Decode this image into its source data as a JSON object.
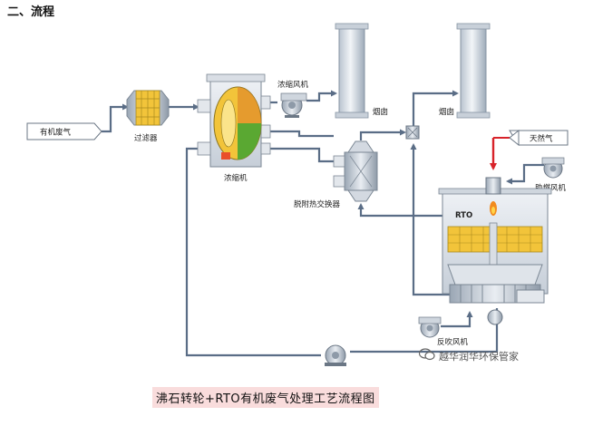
{
  "heading": "二、流程",
  "labels": {
    "waste_gas": "有机废气",
    "filter": "过滤器",
    "concentrator": "浓缩机",
    "conc_fan": "浓缩风机",
    "chimney": "烟囱",
    "desorb_hx": "脱附热交换器",
    "natural_gas": "天然气",
    "comb_fan": "助燃风机",
    "rto": "RTO",
    "back_fan": "反吹风机"
  },
  "caption": "沸石转轮+RTO有机废气处理工艺流程图",
  "watermark": "越华润华环保管家",
  "colors": {
    "pipe": "#5a6d86",
    "yellow": "#f2c43a",
    "green": "#5aa832",
    "red_line": "#d8232a",
    "caption_bg": "#f9dcdc"
  }
}
